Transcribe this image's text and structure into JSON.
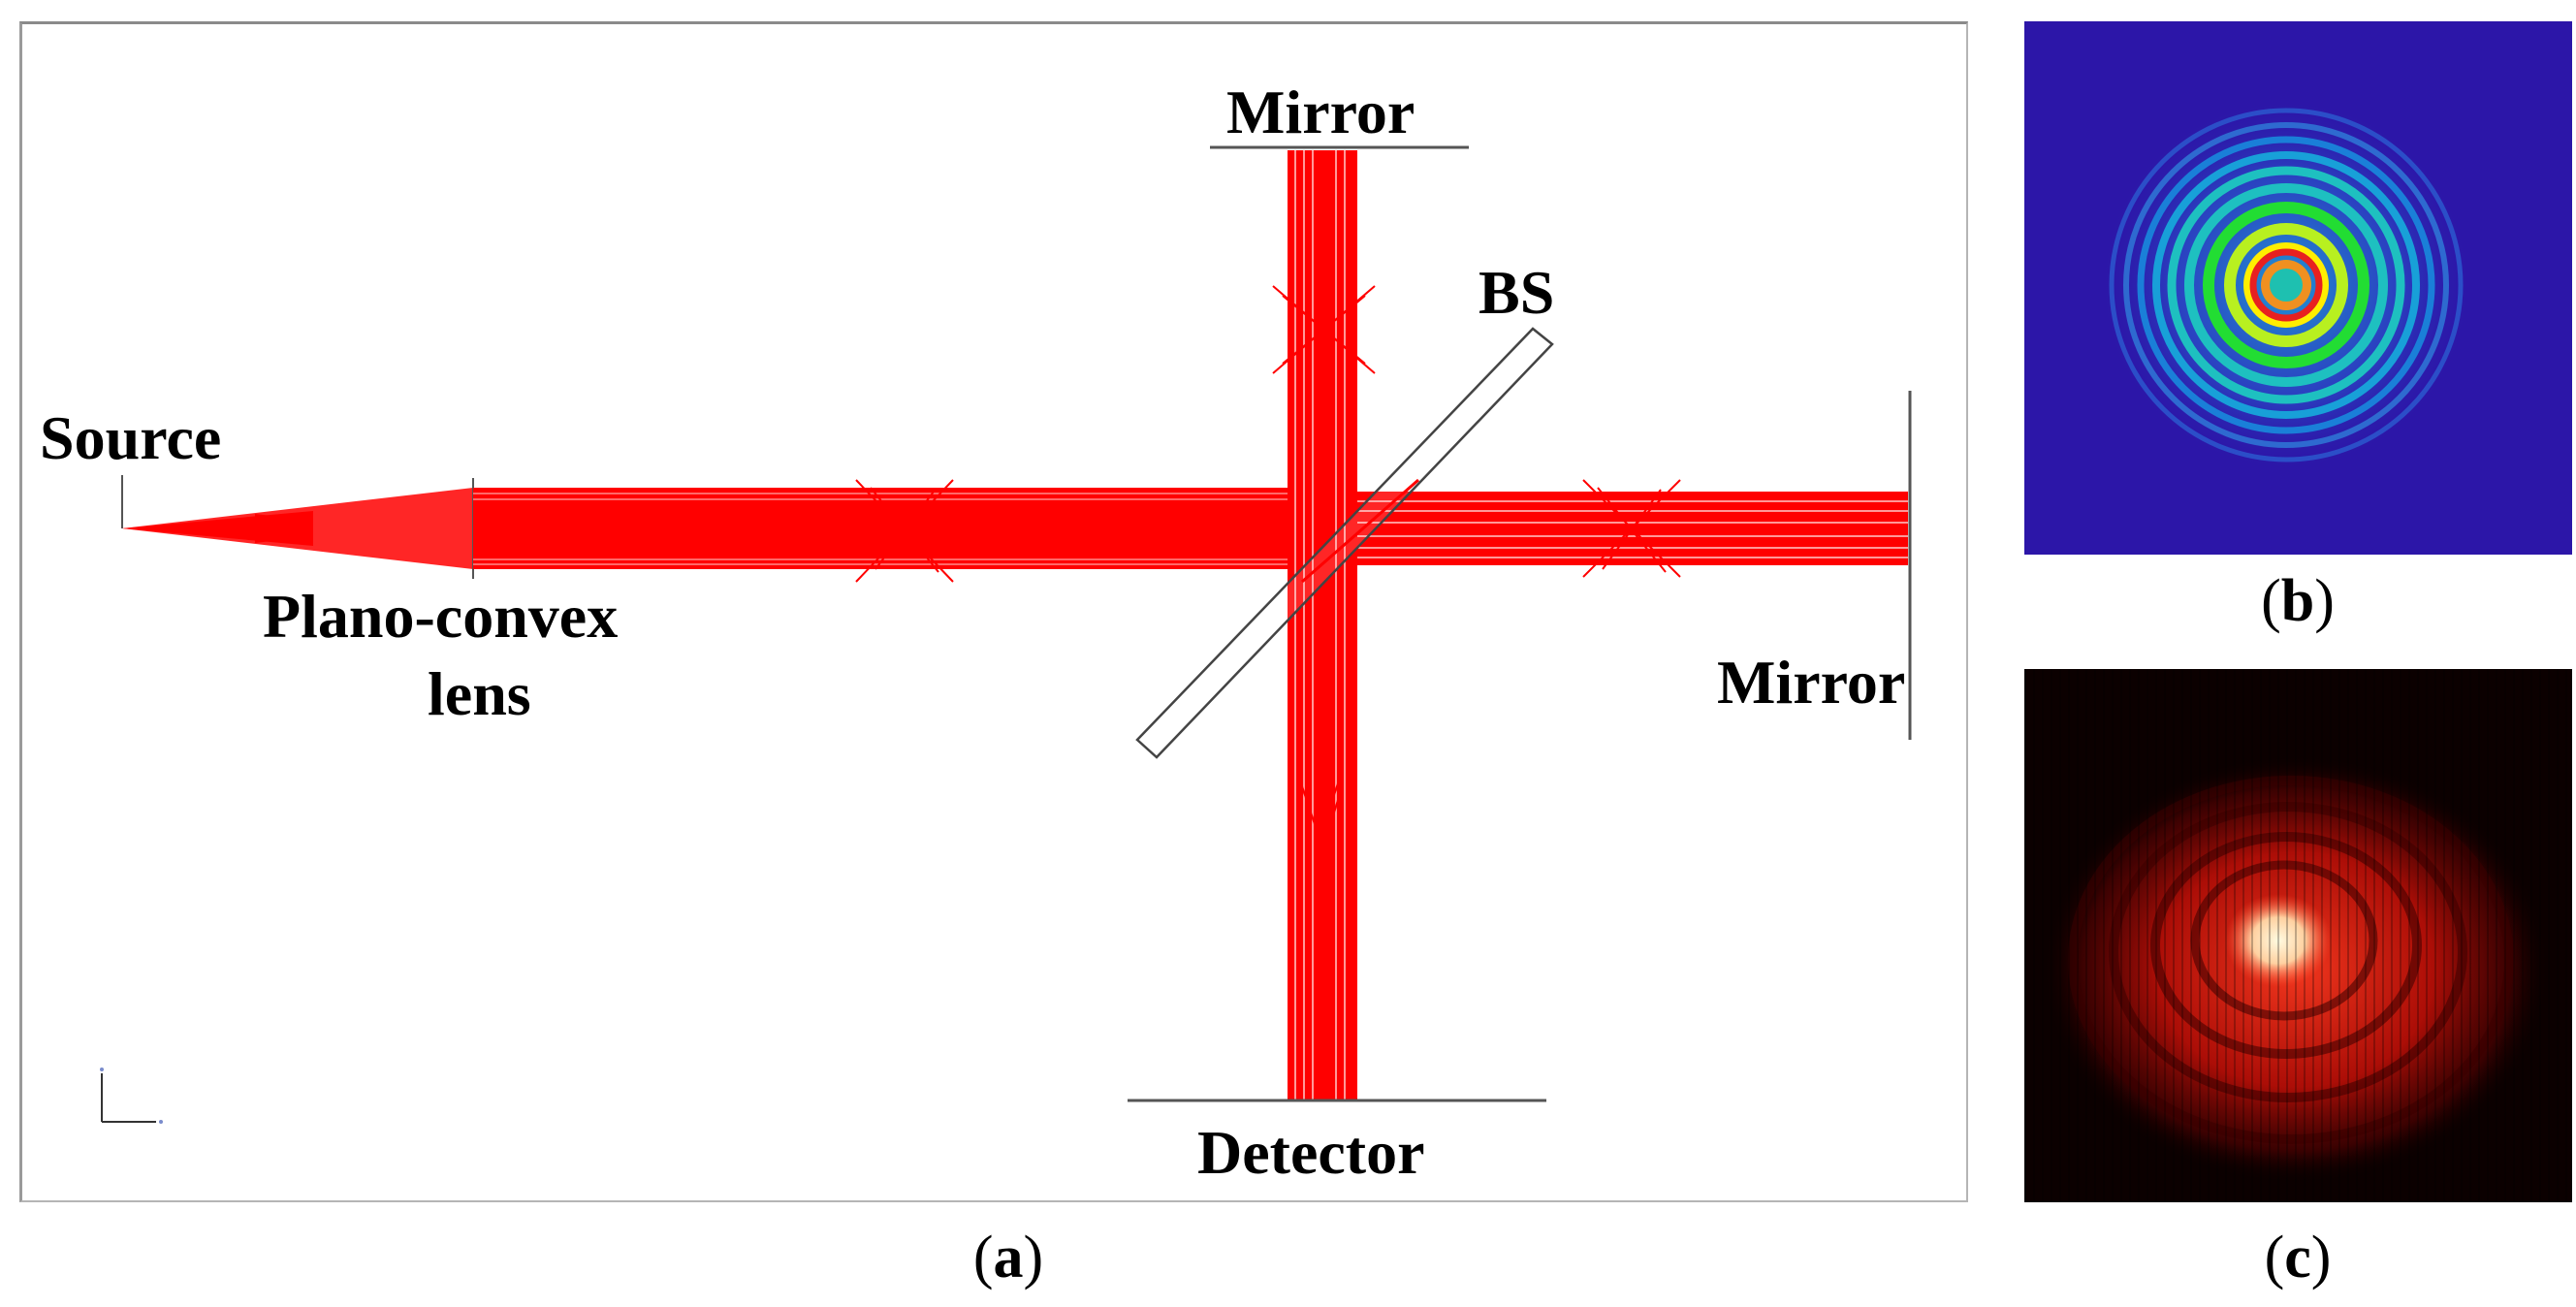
{
  "panel_a": {
    "caption_letter": "a",
    "labels": {
      "source": "Source",
      "lens_line1": "Plano-convex",
      "lens_line2": "lens",
      "beam_splitter": "BS",
      "mirror_top": "Mirror",
      "mirror_right": "Mirror",
      "detector": "Detector"
    },
    "colors": {
      "beam": "#ff0000",
      "frame": "#9a9a9a",
      "optics": "#555555"
    }
  },
  "panel_b": {
    "caption_letter": "b",
    "colors": {
      "background": "#2c16a8",
      "ring_outer": "#1ec0c0",
      "ring_mid": "#22dd33",
      "ring_inner": "#ffee00",
      "center_red": "#e82020"
    }
  },
  "panel_c": {
    "caption_letter": "c",
    "colors": {
      "background": "#0b0000",
      "glow": "#ff2010",
      "center": "#fff0c0"
    }
  }
}
